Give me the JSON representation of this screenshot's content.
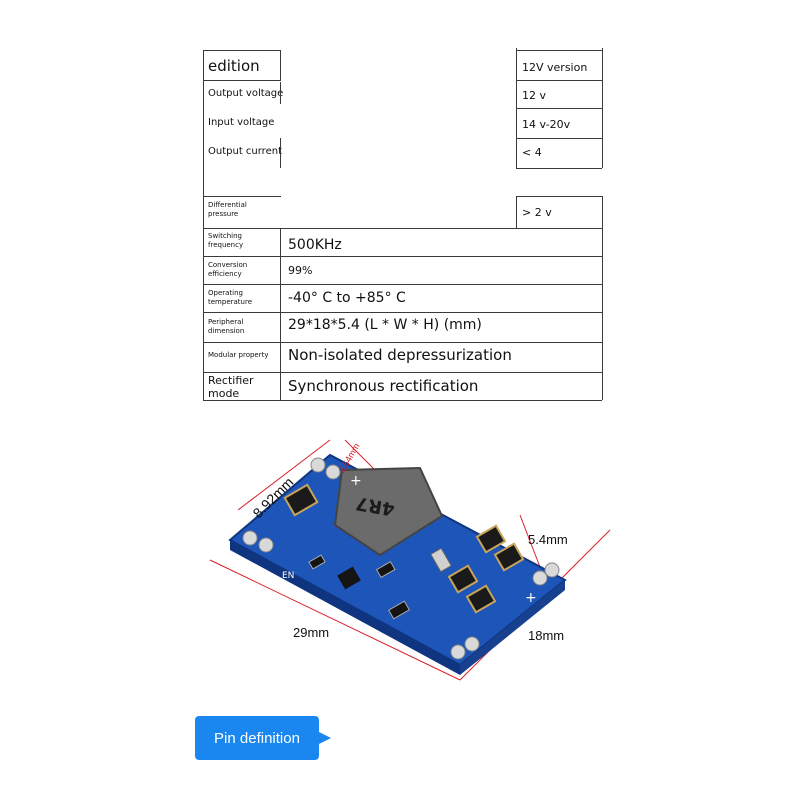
{
  "spec_table": {
    "rows": [
      {
        "label": "edition",
        "value": "12V version"
      },
      {
        "label": "Output voltage",
        "value": "12 v"
      },
      {
        "label": "Input voltage",
        "value": "14 v-20v"
      },
      {
        "label": "Output current",
        "value": "< 4"
      },
      {
        "label": "Differential pressure",
        "value": "> 2 v"
      },
      {
        "label": "Switching frequency",
        "value": "500KHz"
      },
      {
        "label": "Conversion efficiency",
        "value": "99%"
      },
      {
        "label": "Operating temperature",
        "value": "-40° C to +85° C"
      },
      {
        "label": "Peripheral dimension",
        "value": "29*18*5.4 (L * W * H) (mm)"
      },
      {
        "label": "Modular property",
        "value": "Non-isolated depressurization"
      },
      {
        "label": "Rectifier mode",
        "value": "Synchronous rectification"
      }
    ]
  },
  "product_photo": {
    "dimensions": {
      "width_label": "8.92mm",
      "pitch_label": "2.54mm",
      "height_label": "5.4mm",
      "length_label": "29mm",
      "depth_label": "18mm"
    },
    "inductor_marking": "4R7",
    "pin_label": "EN",
    "plus_symbol": "+"
  },
  "pin_definition_button": "Pin definition",
  "colors": {
    "pcb_blue": "#1d55b8",
    "inductor_gray": "#6b6b6b",
    "dimension_red": "#d8202a",
    "button_blue": "#1a86f0"
  }
}
